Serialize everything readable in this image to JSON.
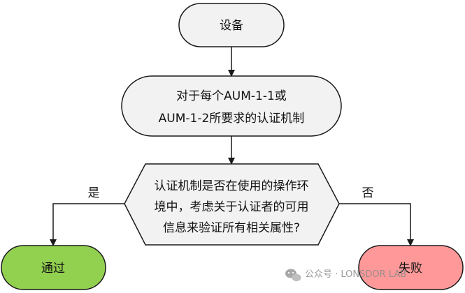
{
  "nodes": {
    "device": {
      "label": "设备"
    },
    "mechanism": {
      "line1": "对于每个AUM-1-1或",
      "line2": "AUM-1-2所要求的认证机制"
    },
    "decision": {
      "line1": "认证机制是否在使用的操作环",
      "line2": "境中，考虑关于认证者的可用",
      "line3": "信息来验证所有相关属性?"
    },
    "pass": {
      "label": "通过"
    },
    "fail": {
      "label": "失败"
    }
  },
  "edges": {
    "yes_label": "是",
    "no_label": "否"
  },
  "colors": {
    "process_fill": "#f2f2f2",
    "pass_fill": "#92d050",
    "fail_fill": "#ff9999",
    "stroke": "#1a1a1a"
  },
  "watermark": {
    "icon": "wechat-icon",
    "text": "公众号 · LONSDOR LAB"
  }
}
